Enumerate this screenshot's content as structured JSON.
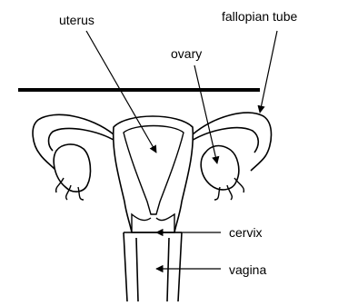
{
  "labels": {
    "uterus": "uterus",
    "fallopian_tube": "fallopian tube",
    "ovary": "ovary",
    "cervix": "cervix",
    "vagina": "vagina"
  }
}
